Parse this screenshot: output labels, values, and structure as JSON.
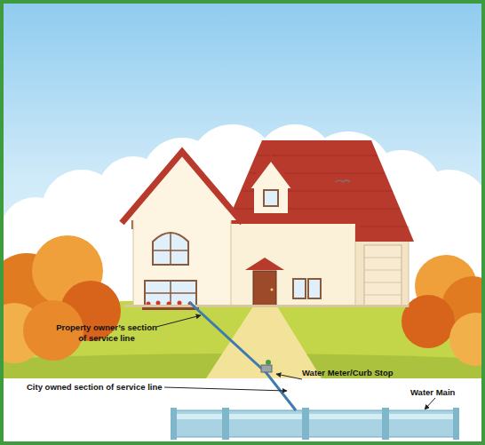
{
  "diagram": {
    "labels": [
      "Property owner’s section of service line",
      "Water Meter/Curb Stop",
      "Water Main",
      "City owned section of service line"
    ]
  }
}
